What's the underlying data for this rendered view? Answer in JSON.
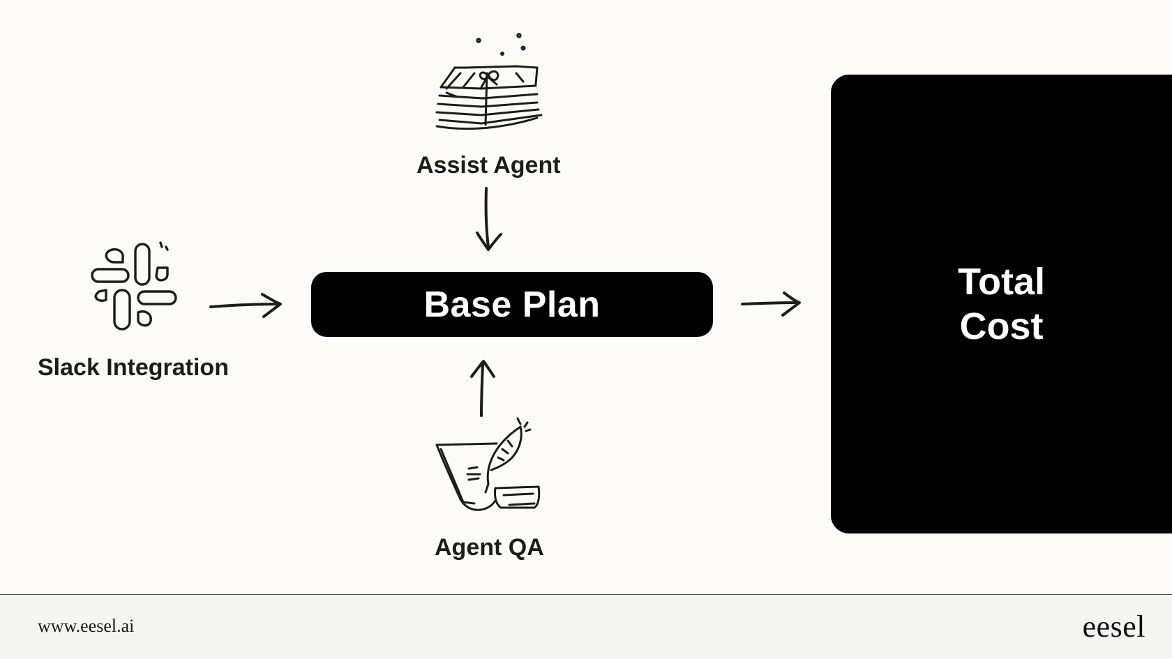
{
  "nodes": {
    "assist_agent": {
      "label": "Assist Agent",
      "icon": "money-stack-icon"
    },
    "slack_integration": {
      "label": "Slack Integration",
      "icon": "slack-logo-icon"
    },
    "agent_qa": {
      "label": "Agent QA",
      "icon": "quill-ink-icon"
    },
    "base_plan": {
      "label": "Base Plan"
    },
    "total_cost": {
      "label": "Total Cost"
    }
  },
  "edges": [
    {
      "from": "assist_agent",
      "to": "base_plan"
    },
    {
      "from": "slack_integration",
      "to": "base_plan"
    },
    {
      "from": "agent_qa",
      "to": "base_plan"
    },
    {
      "from": "base_plan",
      "to": "total_cost"
    }
  ],
  "footer": {
    "url": "www.eesel.ai",
    "brand": "eesel"
  },
  "colors": {
    "background": "#fcfbf9",
    "footer_background": "#f4f4f3",
    "box_fill": "#000000",
    "box_text": "#ffffff",
    "ink": "#1c1c1c"
  }
}
